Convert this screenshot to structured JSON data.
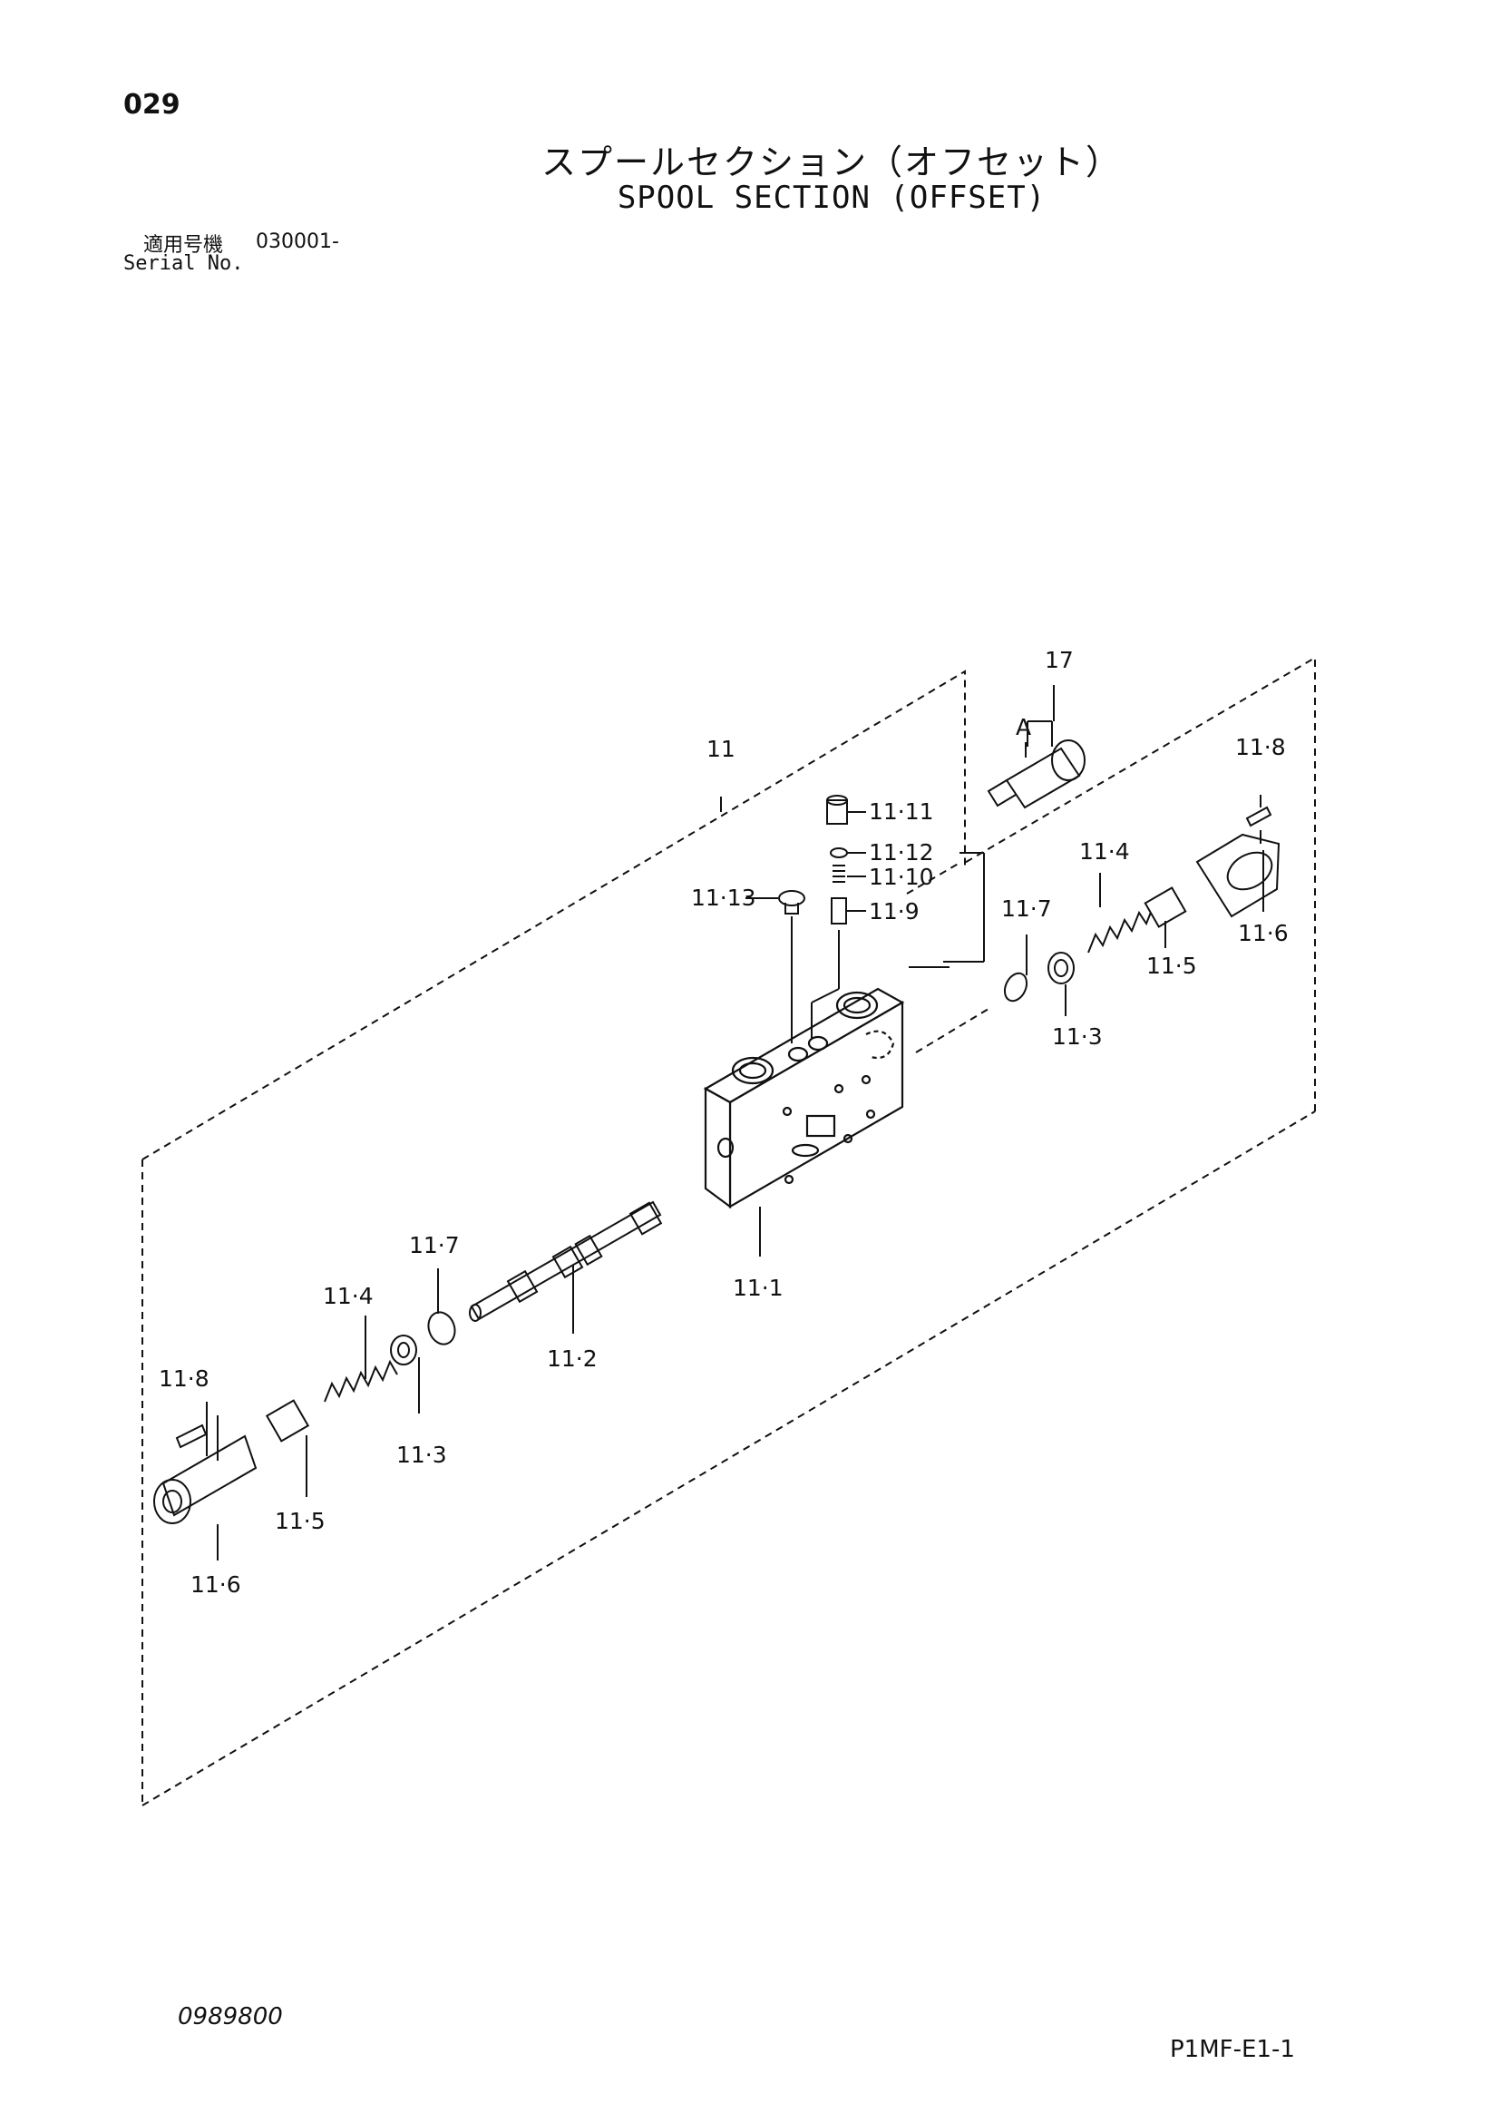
{
  "header": {
    "page_number": "029",
    "title_jp": "スプールセクション（オフセット）",
    "title_en": "SPOOL SECTION (OFFSET)",
    "serial_label_jp": "適用号機",
    "serial_value": "030001-",
    "serial_label_en": "Serial No."
  },
  "diagram": {
    "callouts": {
      "c11": "11",
      "c17": "17",
      "cA": "A",
      "c11_11": "11·11",
      "c11_12": "11·12",
      "c11_10": "11·10",
      "c11_9": "11·9",
      "c11_13": "11·13",
      "c11_8_right": "11·8",
      "c11_4_right": "11·4",
      "c11_7_right": "11·7",
      "c11_6_right": "11·6",
      "c11_5_right": "11·5",
      "c11_3_right": "11·3",
      "c11_1": "11·1",
      "c11_7_left": "11·7",
      "c11_4_left": "11·4",
      "c11_2": "11·2",
      "c11_8_left": "11·8",
      "c11_3_left": "11·3",
      "c11_5_left": "11·5",
      "c11_6_left": "11·6"
    }
  },
  "footer": {
    "doc_code": "0989800",
    "sheet_code": "P1MF-E1-1"
  }
}
